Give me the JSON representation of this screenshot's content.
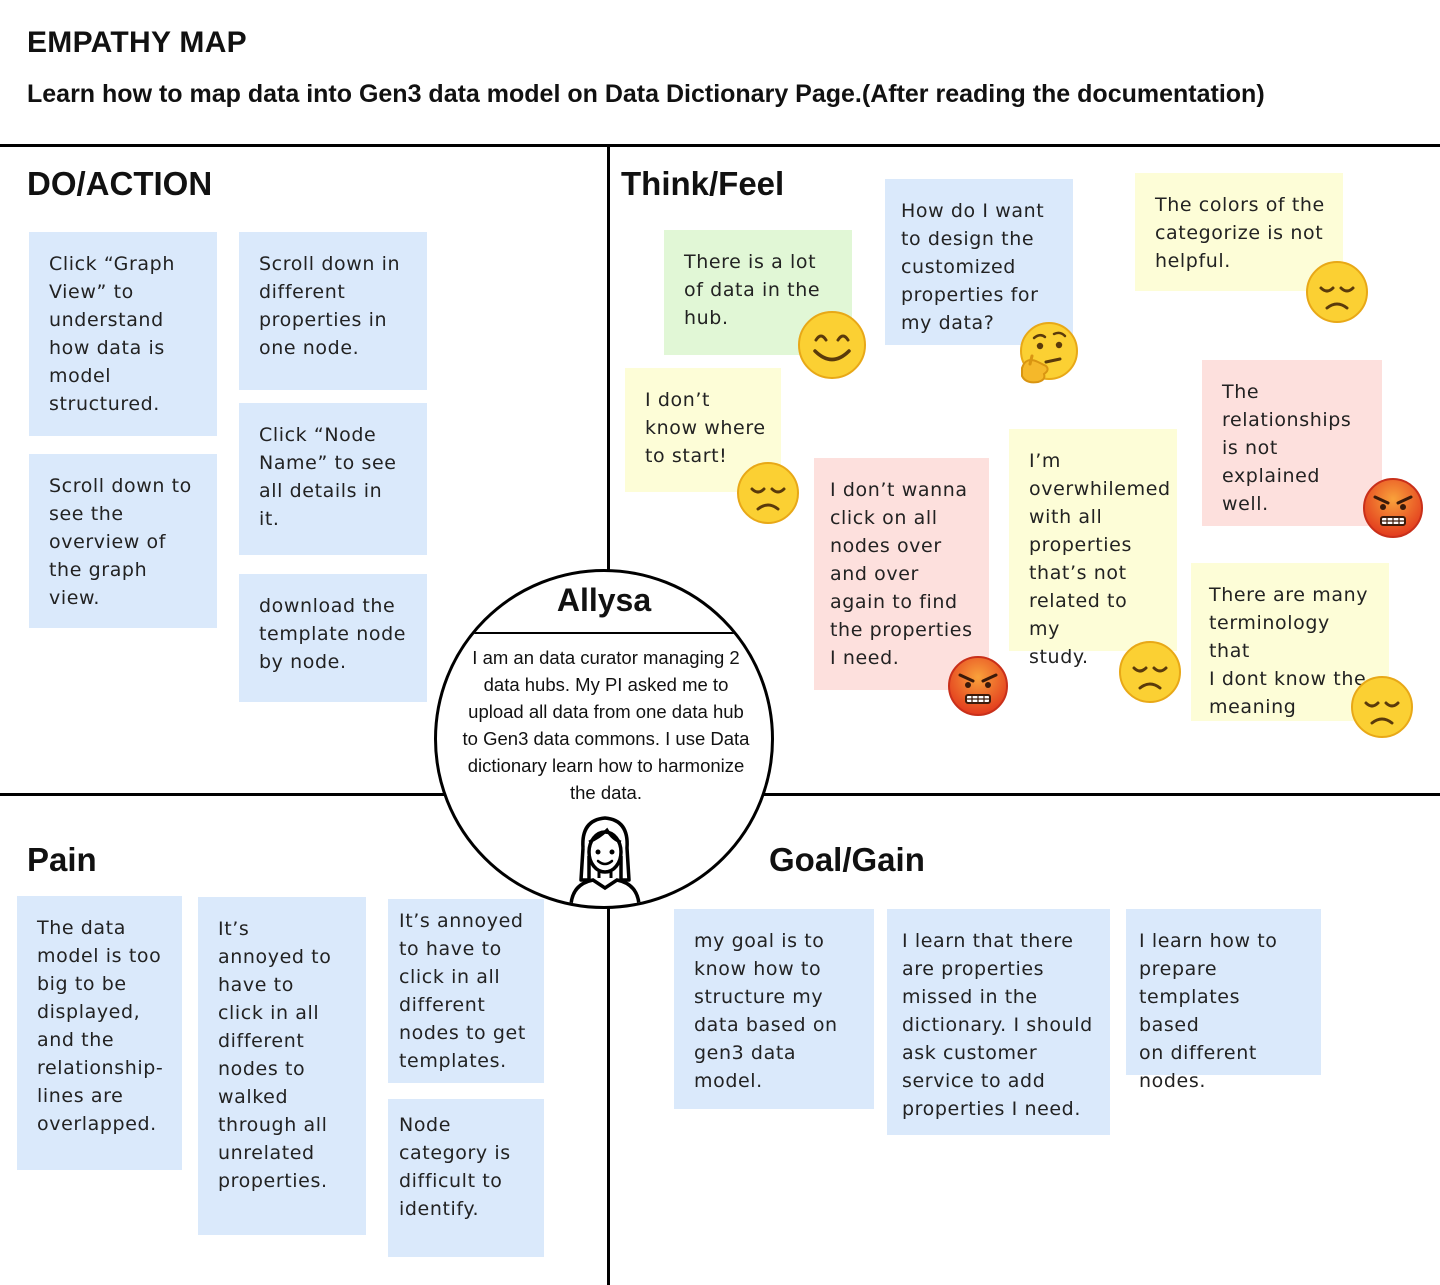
{
  "header": {
    "title": "EMPATHY MAP",
    "subtitle": "Learn how to map data into Gen3 data model on Data Dictionary Page.(After reading the documentation)"
  },
  "quadrants": {
    "do_action": {
      "title": "DO/ACTION",
      "notes": [
        "Click “Graph\nView” to\nunderstand\nhow data is\nmodel\nstructured.",
        "Scroll down in\ndifferent\nproperties in\none node.",
        "Click “Node\nName” to see\nall details in\nit.",
        "Scroll down to\nsee the\noverview of\nthe graph\nview.",
        "download the\ntemplate node\nby node."
      ]
    },
    "think_feel": {
      "title": "Think/Feel",
      "notes": [
        {
          "text": "There is a lot\nof data in the\nhub.",
          "emoji": "smile-emoji"
        },
        {
          "text": "How do I want\nto design the\ncustomized\nproperties for\nmy data?",
          "emoji": "thinking-emoji"
        },
        {
          "text": "The colors of the\ncategorize is not\nhelpful.",
          "emoji": "sad-emoji"
        },
        {
          "text": "I don’t\nknow where\nto start!",
          "emoji": "sad-emoji"
        },
        {
          "text": "I don’t wanna\nclick on all\nnodes over\nand over\nagain to find\nthe properties\nI need.",
          "emoji": "angry-emoji"
        },
        {
          "text": "I’m\noverwhilemed\nwith all\nproperties\nthat’s not\nrelated to my\nstudy.",
          "emoji": "sad-emoji"
        },
        {
          "text": "The\nrelationships\nis not\nexplained\nwell.",
          "emoji": "angry-emoji"
        },
        {
          "text": "There are many\nterminology that\nI dont know the\nmeaning",
          "emoji": "sad-emoji"
        }
      ]
    },
    "pain": {
      "title": "Pain",
      "notes": [
        "The data\nmodel is too\nbig to be\ndisplayed,\nand the\nrelationship-\nlines are\noverlapped.",
        "It’s\nannoyed to\nhave to\nclick in all\ndifferent\nnodes to\nwalked\nthrough all\nunrelated\nproperties.",
        "It’s annoyed\nto have to\nclick in all\ndifferent\nnodes to get\ntemplates.",
        "Node\ncategory is\ndifficult to\nidentify."
      ]
    },
    "goal_gain": {
      "title": "Goal/Gain",
      "notes": [
        "my goal is to\nknow how to\nstructure my\ndata based on\ngen3 data\nmodel.",
        "I learn that there\nare properties\nmissed in the\ndictionary. I should\nask customer\nservice to add\nproperties I need.",
        "I learn how to\nprepare\ntemplates based\non different\nnodes."
      ]
    }
  },
  "persona": {
    "name": "Allysa",
    "bio": "I am an data curator managing 2 data hubs. My PI asked me to upload all data from one data hub to Gen3 data commons. I use Data dictionary learn how to harmonize the data.",
    "avatar": "woman-avatar-icon"
  },
  "colors": {
    "note_blue": "#dae9fb",
    "note_green": "#e1f7d6",
    "note_yellow": "#fdfdd7",
    "note_pink": "#fde0dd",
    "emoji_face": "#fbd033"
  }
}
